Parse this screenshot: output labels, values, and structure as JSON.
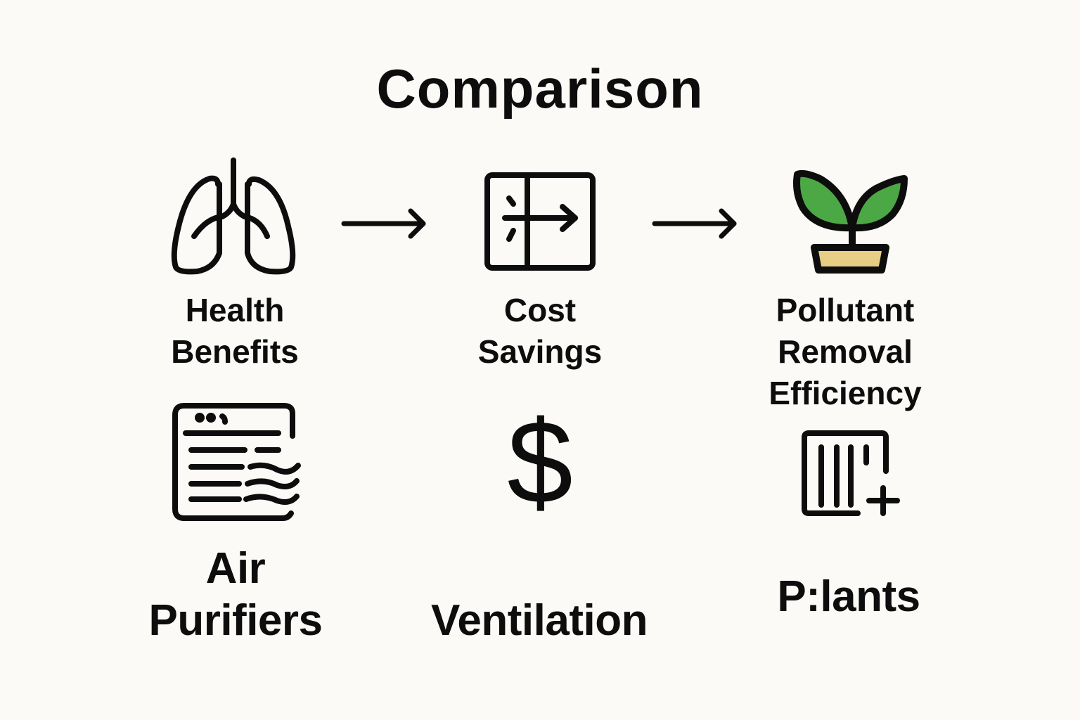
{
  "title": "Comparison",
  "colors": {
    "background": "#fbfaf6",
    "ink": "#0d0d0d",
    "leaf_green": "#4ca844",
    "pot_tan": "#e8cd84"
  },
  "top_row": {
    "items": [
      {
        "label": "Health\nBenefits",
        "icon": "lungs-icon"
      },
      {
        "label": "Cost\nSavings",
        "icon": "window-arrow-icon"
      },
      {
        "label": "Pollutant\nRemoval\nEfficiency",
        "icon": "potted-plant-icon"
      }
    ],
    "connectors": [
      {
        "icon": "arrow-right-icon"
      },
      {
        "icon": "arrow-right-icon"
      }
    ]
  },
  "bottom_row": {
    "items": [
      {
        "label": "Air\nPurifiers",
        "icon": "air-purifier-filter-icon"
      },
      {
        "label": "Ventilation",
        "icon": "dollar-sign-icon",
        "glyph": "$"
      },
      {
        "label": "P:lants",
        "icon": "vent-grille-plus-icon"
      }
    ]
  }
}
